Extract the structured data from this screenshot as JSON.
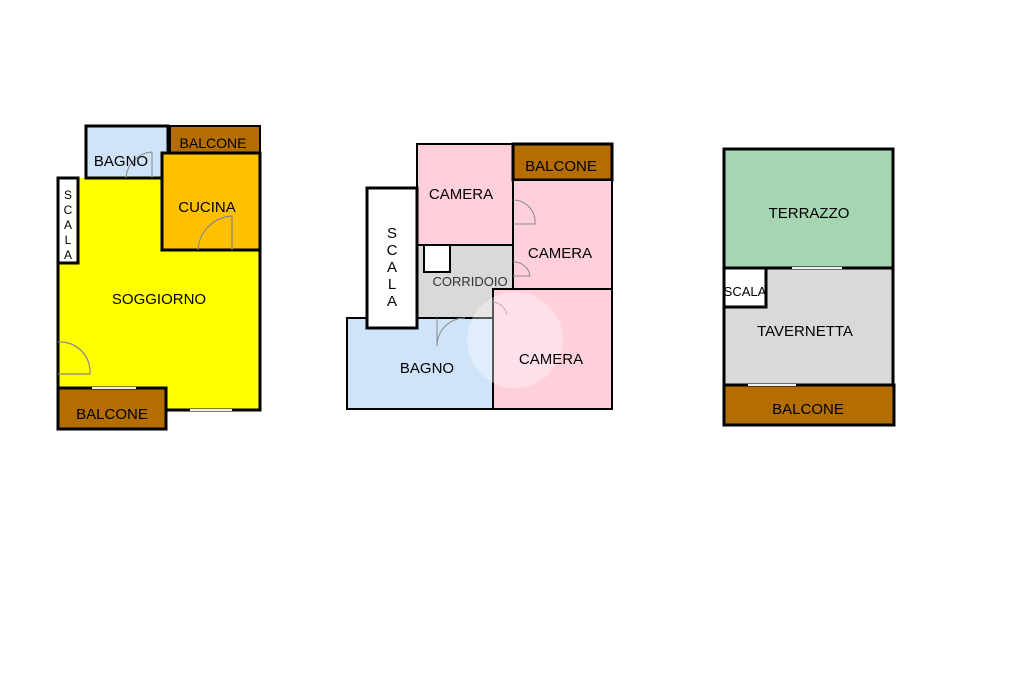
{
  "floor1": {
    "bagno": "BAGNO",
    "balcone_top": "BALCONE",
    "scala": [
      "S",
      "C",
      "A",
      "L",
      "A"
    ],
    "cucina": "CUCINA",
    "soggiorno": "SOGGIORNO",
    "balcone_bottom": "BALCONE"
  },
  "floor2": {
    "camera_top": "CAMERA",
    "balcone": "BALCONE",
    "scala": [
      "S",
      "C",
      "A",
      "L",
      "A"
    ],
    "camera_mid": "CAMERA",
    "corridoio": "CORRIDOIO",
    "bagno": "BAGNO",
    "camera_bottom": "CAMERA"
  },
  "floor3": {
    "terrazzo": "TERRAZZO",
    "scala": "SCALA",
    "tavernetta": "TAVERNETTA",
    "balcone": "BALCONE"
  },
  "colors": {
    "yellow": "#ffff00",
    "orange": "#ffc000",
    "light_blue": "#cfe4f8",
    "brown": "#b36d00",
    "pink": "#ffd0dc",
    "gray": "#d9d9d9",
    "green": "#a5d6b1"
  }
}
